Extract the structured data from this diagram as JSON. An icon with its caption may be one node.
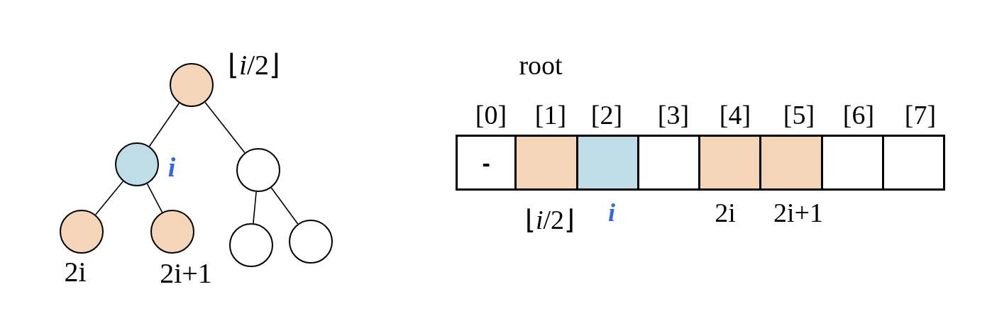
{
  "diagram": {
    "nodes": [
      {
        "text": [],
        "shape": "circle",
        "beside": [
          "⌊*i*/2⌋"
        ]
      },
      {
        "text": [],
        "shape": "circle",
        "beside": [
          "i"
        ]
      },
      {
        "text": [],
        "shape": "circle"
      },
      {
        "text": [],
        "shape": "circle",
        "beside": [
          "2i"
        ]
      },
      {
        "text": [],
        "shape": "circle",
        "beside": [
          "2i+1"
        ]
      },
      {
        "text": [],
        "shape": "circle"
      },
      {
        "text": [],
        "shape": "circle"
      },
      {
        "text": [
          "-"
        ],
        "beside": [
          "[0]"
        ]
      },
      {
        "text": [],
        "shape": "box",
        "beside": [
          "[1]",
          "⌊*i*/2⌋"
        ]
      },
      {
        "text": [],
        "shape": "box",
        "beside": [
          "[2]",
          "i"
        ]
      },
      {
        "text": [],
        "shape": "box",
        "beside": [
          "[3]"
        ]
      },
      {
        "text": [],
        "shape": "box",
        "beside": [
          "[4]",
          "2i"
        ]
      },
      {
        "text": [],
        "shape": "box",
        "beside": [
          "[5]",
          "2i+1"
        ]
      },
      {
        "text": [],
        "shape": "box",
        "beside": [
          "[6]"
        ]
      },
      {
        "text": [],
        "shape": "box",
        "beside": [
          "[7]"
        ]
      }
    ],
    "edges": [
      {
        "from": 0,
        "to": 1,
        "arrow": "none"
      },
      {
        "from": 0,
        "to": 2,
        "arrow": "none"
      },
      {
        "from": 1,
        "to": 3,
        "arrow": "none"
      },
      {
        "from": 1,
        "to": 4,
        "arrow": "none"
      },
      {
        "from": 2,
        "to": 5,
        "arrow": "none"
      },
      {
        "from": 2,
        "to": 6,
        "arrow": "none"
      }
    ],
    "labels": [
      "root"
    ]
  }
}
